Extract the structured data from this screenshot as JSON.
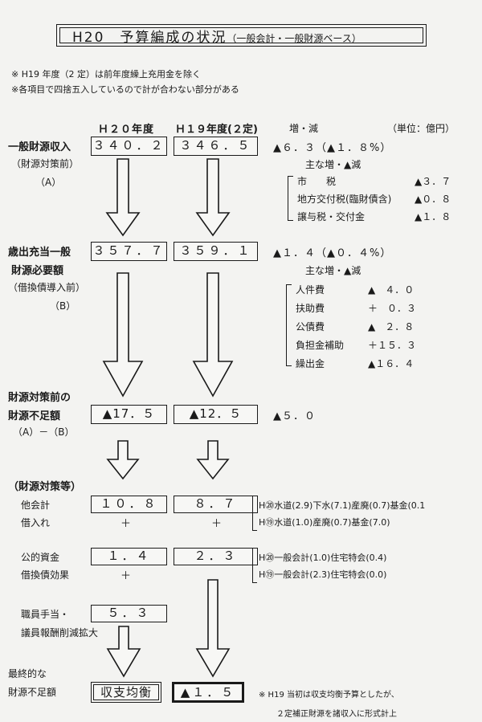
{
  "title": {
    "main": "H20　予算編成の状況",
    "sub": "（一般会計・一般財源ベース）"
  },
  "notes": [
    "※ H19 年度（2 定）は前年度繰上充用金を除く",
    "※各項目で四捨五入しているので計が合わない部分がある"
  ],
  "headers": {
    "h20": "Ｈ２０年度",
    "h19": "Ｈ１９年度(２定)",
    "change": "増・減",
    "unit": "（単位：億円）"
  },
  "general_revenue": {
    "label": "一般財源収入",
    "sub1": "（財源対策前）",
    "sub2": "（A）",
    "h20": "３４０．２",
    "h19": "３４６．５",
    "change": "▲６．３（▲１．８%）",
    "breakdown_title": "主な増・▲減",
    "items": [
      {
        "name": "市　　税",
        "value": "▲３．７"
      },
      {
        "name": "地方交付税(臨財債含)",
        "value": "▲０．８"
      },
      {
        "name": "譲与税・交付金",
        "value": "▲１．８"
      }
    ]
  },
  "required_funds": {
    "label1": "歳出充当一般",
    "label2": "財源必要額",
    "sub1": "（借換債導入前）",
    "sub2": "（B）",
    "h20": "３５７．７",
    "h19": "３５９．１",
    "change": "▲１．４（▲０．４%）",
    "breakdown_title": "主な増・▲減",
    "items": [
      {
        "name": "人件費",
        "value": "▲　４．０"
      },
      {
        "name": "扶助費",
        "value": "＋　０．３"
      },
      {
        "name": "公債費",
        "value": "▲　２．８"
      },
      {
        "name": "負担金補助",
        "value": "＋１５．３"
      },
      {
        "name": "繰出金",
        "value": "▲１６．４"
      }
    ]
  },
  "shortfall": {
    "label1": "財源対策前の",
    "label2": "財源不足額",
    "sub": "（A）－（B）",
    "h20": "▲17．５",
    "h19": "▲12．５",
    "change": "▲５．０"
  },
  "measures": {
    "label": "（財源対策等）",
    "other_accounts": {
      "label1": "他会計",
      "label2": "借入れ",
      "h20": "１０．８",
      "h19": "８．７",
      "plus": "＋"
    },
    "other_notes": [
      "H⑳水道(2.9)下水(7.1)産廃(0.7)基金(0.1",
      "H⑲水道(1.0)産廃(0.7)基金(7.0)"
    ],
    "public_funds": {
      "label1": "公的資金",
      "label2": "借換債効果",
      "h20": "１．４",
      "h19": "２．３",
      "plus": "＋"
    },
    "public_notes": [
      "H⑳一般会計(1.0)住宅特会(0.4)",
      "H⑲一般会計(2.3)住宅特会(0.0)"
    ],
    "allowance": {
      "label1": "職員手当・",
      "label2": "議員報酬削減拡大",
      "h20": "５．３"
    }
  },
  "final": {
    "label1": "最終的な",
    "label2": "財源不足額",
    "h20": "収支均衡",
    "h19": "▲１．５",
    "note1": "※ H19 当初は収支均衡予算としたが、",
    "note2": "２定補正財源を諸収入に形式計上"
  }
}
